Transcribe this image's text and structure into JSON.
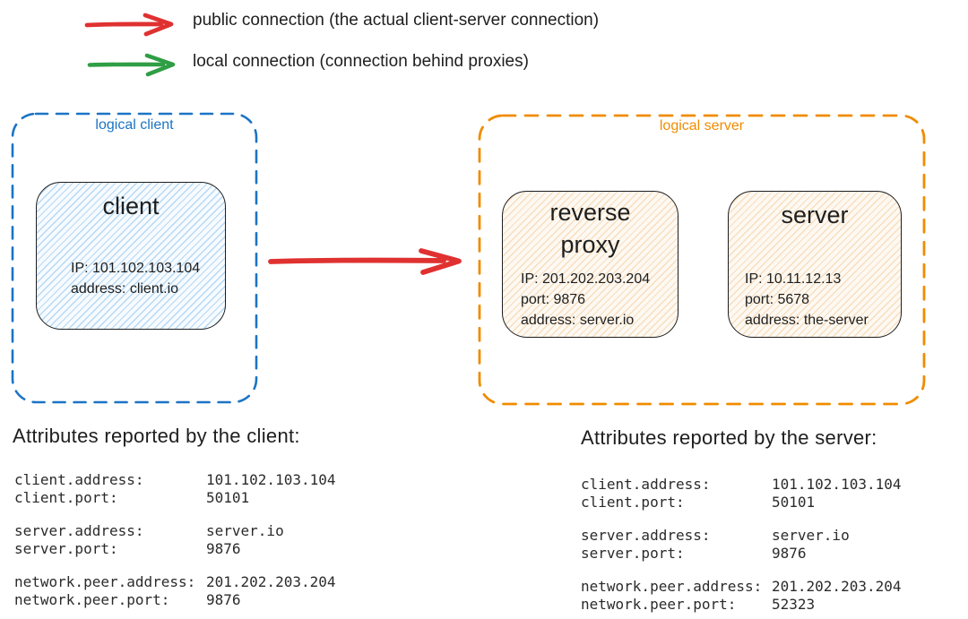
{
  "colors": {
    "public_connection": "#e03131",
    "local_connection": "#2f9e44",
    "logical_client_border": "#1b74c5",
    "logical_server_border": "#f08c00",
    "node_stroke": "#1e1e1e",
    "client_node_fill": "#dcecf9",
    "server_node_fill": "#faeedd"
  },
  "legend": {
    "public": {
      "label": "public connection (the actual client-server connection)"
    },
    "local": {
      "label": "local connection (connection behind proxies)"
    }
  },
  "logical_client": {
    "label": "logical client",
    "client_node": {
      "title": "client",
      "lines": [
        "IP: 101.102.103.104",
        "address: client.io"
      ]
    }
  },
  "logical_server": {
    "label": "logical server",
    "reverse_proxy_node": {
      "title": "reverse proxy",
      "lines": [
        "IP: 201.202.203.204",
        "port: 9876",
        "address: server.io"
      ]
    },
    "server_node": {
      "title": "server",
      "lines": [
        "IP: 10.11.12.13",
        "port: 5678",
        "address: the-server"
      ]
    }
  },
  "client_attributes": {
    "heading": "Attributes reported by the client:",
    "rows": [
      {
        "key": "client.address:",
        "value": "101.102.103.104"
      },
      {
        "key": "client.port:",
        "value": "50101"
      },
      {
        "key": "server.address:",
        "value": "server.io"
      },
      {
        "key": "server.port:",
        "value": "9876"
      },
      {
        "key": "network.peer.address:",
        "value": "201.202.203.204"
      },
      {
        "key": "network.peer.port:",
        "value": "9876"
      }
    ]
  },
  "server_attributes": {
    "heading": "Attributes reported by the server:",
    "rows": [
      {
        "key": "client.address:",
        "value": "101.102.103.104"
      },
      {
        "key": "client.port:",
        "value": "50101"
      },
      {
        "key": "server.address:",
        "value": "server.io"
      },
      {
        "key": "server.port:",
        "value": "9876"
      },
      {
        "key": "network.peer.address:",
        "value": "201.202.203.204"
      },
      {
        "key": "network.peer.port:",
        "value": "52323"
      }
    ]
  }
}
